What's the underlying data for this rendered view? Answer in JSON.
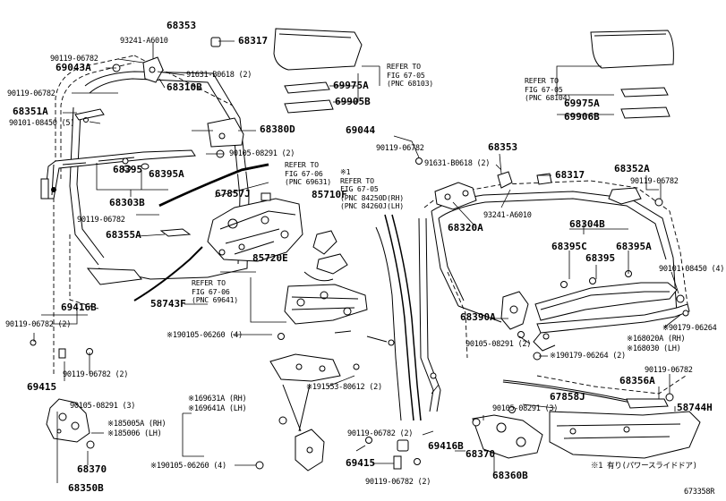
{
  "labels": {
    "p68353_a": "68353",
    "p93241_a": "93241-A6010",
    "p68317_a": "68317",
    "p90119_a": "90119-06782",
    "p69043a": "69043A",
    "p91631_a": "91631-B0618 (2)",
    "p68310b": "68310B",
    "p90119_b": "90119-06782",
    "p68351a": "68351A",
    "p90101_a": "90101-08450 (5)",
    "p68380d": "68380D",
    "p90105_a": "90105-08291 (2)",
    "p68303b": "68303B",
    "p68395_a": "68395",
    "p68395a_a": "68395A",
    "p67857j": "67857J",
    "p90119_c": "90119-06782",
    "p68355a": "68355A",
    "p85710f": "85710F",
    "p85720e": "85720E",
    "p58743f": "58743F",
    "p69416b_a": "69416B",
    "p90119_d": "90119-06782 (2)",
    "p90119_e": "90119-06782 (2)",
    "p69415_a": "69415",
    "p90105_b": "90105-08291 (3)",
    "p185005a": "※185005A (RH)",
    "p185006": "※185006 (LH)",
    "p68370_a": "68370",
    "p68350b": "68350B",
    "p190105_a": "※190105-06260 (4)",
    "p191553": "※191553-80612 (2)",
    "p169631a": "※169631A (RH)",
    "p169641a": "※169641A (LH)",
    "p190105_b": "※190105-06260 (4)",
    "p69975a_a": "69975A",
    "p69905b": "69905B",
    "p69975a_b": "69975A",
    "p69906b": "69906B",
    "p69044": "69044",
    "p90119_f": "90119-06782",
    "p68353_b": "68353",
    "p91631_b": "91631-B0618 (2)",
    "p68317_b": "68317",
    "p68320a": "68320A",
    "p93241_b": "93241-A6010",
    "p68352a": "68352A",
    "p90119_g": "90119-06782",
    "p68304b": "68304B",
    "p68395c": "68395C",
    "p68395a_b": "68395A",
    "p68395_b": "68395",
    "p90101_b": "90101-08450 (4)",
    "p68390a": "68390A",
    "p90179_a": "※90179-06264",
    "p168020a": "※168020A (RH)",
    "p168030": "※168030 (LH)",
    "p90105_c": "90105-08291 (2)",
    "p90179_b": "※190179-06264 (2)",
    "p90119_h": "90119-06782",
    "p68356a": "68356A",
    "p67858j": "67858J",
    "p58744h": "58744H",
    "p90105_d": "90105-08291 (3)",
    "p90119_i": "90119-06782 (2)",
    "p69416b_b": "69416B",
    "p69415_b": "69415",
    "p90119_j": "90119-06782 (2)",
    "p68370_b": "68370",
    "p68360b": "68360B",
    "footnote": "※1 有り(パワースライドドア)",
    "drawing_no": "673358R"
  },
  "refs": {
    "r1": [
      "REFER TO",
      "FIG 67-05",
      "(PNC 68103)"
    ],
    "r2": [
      "REFER TO",
      "FIG 67-05",
      "(PNC 68104)"
    ],
    "r3": [
      "REFER TO",
      "FIG 67-06",
      "(PNC 69631)"
    ],
    "r4": [
      "※1",
      "REFER TO",
      "FIG 67-05",
      "(PNC 84250D(RH)",
      "(PNC 84260J(LH)"
    ],
    "r5": [
      "REFER TO",
      "FIG 67-06",
      "(PNC 69641)"
    ]
  }
}
